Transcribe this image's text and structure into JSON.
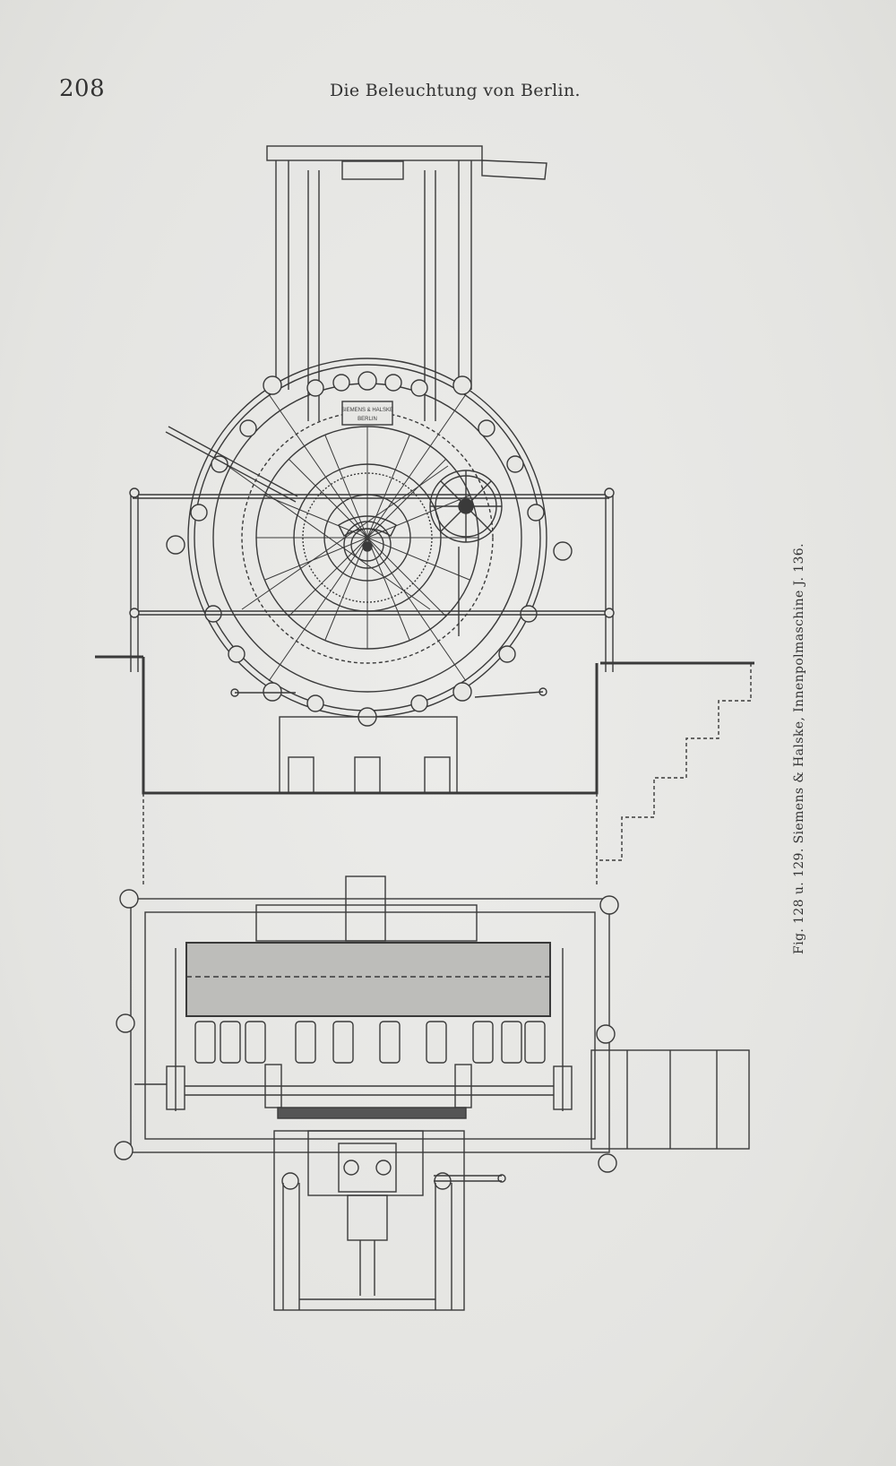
{
  "header": {
    "page_number": "208",
    "running_title": "Die Beleuchtung von Berlin."
  },
  "figure": {
    "caption": "Fig. 128 u. 129. Siemens & Halske, Innenpolmaschine J. 136.",
    "nameplate_line1": "SIEMENS & HALSKE",
    "nameplate_line2": "BERLIN"
  }
}
